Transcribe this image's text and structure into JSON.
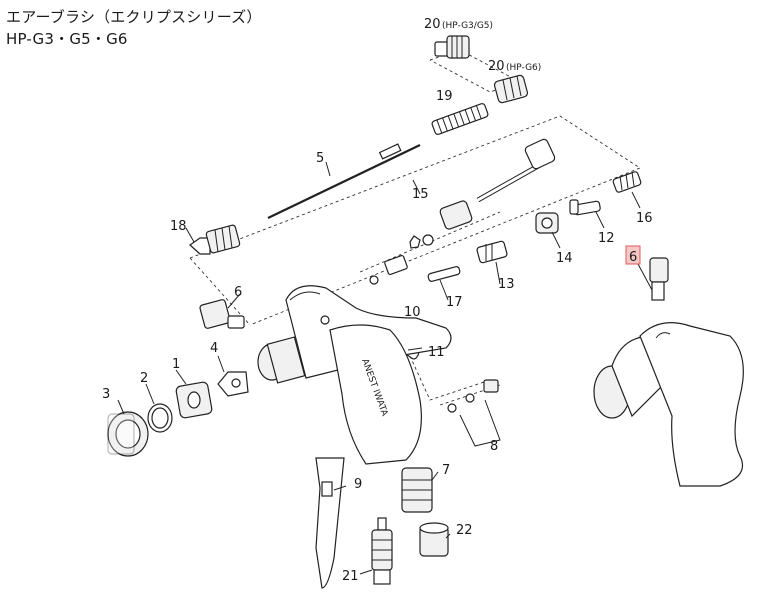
{
  "title_line1": "エアーブラシ（エクリプスシリーズ）",
  "title_line2": "HP-G3・G5・G6",
  "brand_mark": "ANEST IWATA",
  "callouts": {
    "c1": "1",
    "c2": "2",
    "c3": "3",
    "c4": "4",
    "c5": "5",
    "c6": "6",
    "c6b": "6",
    "c7": "7",
    "c8": "8",
    "c9": "9",
    "c10": "10",
    "c11": "11",
    "c12": "12",
    "c13": "13",
    "c14": "14",
    "c15": "15",
    "c16": "16",
    "c17": "17",
    "c18": "18",
    "c19": "19",
    "c20a": "20",
    "c20a_note": "(HP-G3/G5)",
    "c20b": "20",
    "c20b_note": "(HP-G6)",
    "c21": "21",
    "c22": "22"
  },
  "highlight_color": "#f6c7c7"
}
